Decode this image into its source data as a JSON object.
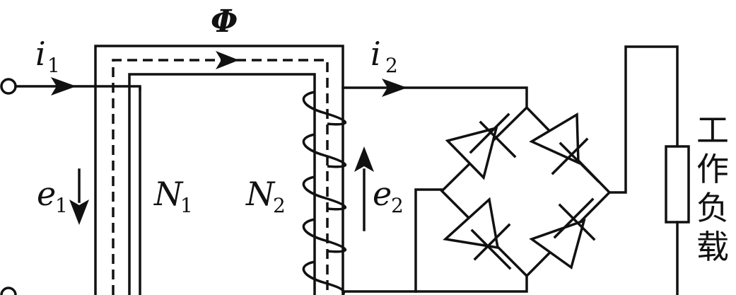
{
  "labels": {
    "flux": "Φ",
    "i1": {
      "main": "i",
      "sub": "1"
    },
    "i2": {
      "main": "i",
      "sub": "2"
    },
    "e1": {
      "main": "e",
      "sub": "1"
    },
    "e2": {
      "main": "e",
      "sub": "2"
    },
    "N1": {
      "main": "N",
      "sub": "1"
    },
    "N2": {
      "main": "N",
      "sub": "2"
    }
  },
  "load": {
    "chars": [
      "工",
      "作",
      "负",
      "载"
    ]
  }
}
